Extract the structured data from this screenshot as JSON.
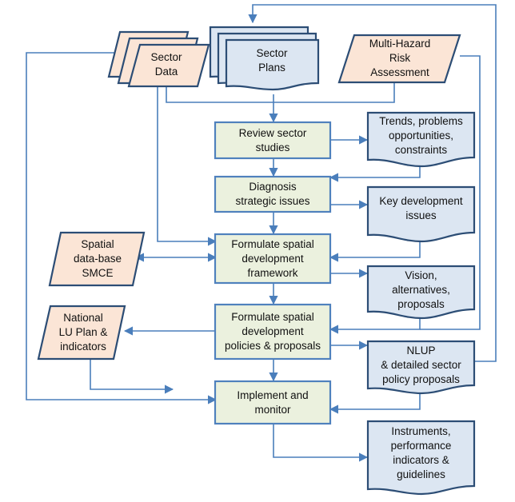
{
  "colors": {
    "process_fill": "#ebf1de",
    "process_stroke": "#4f81bd",
    "document_fill": "#dce6f2",
    "document_stroke": "#2c4d75",
    "input_fill": "#fbe5d6",
    "input_stroke": "#2c4d75",
    "connector": "#4a7ebb"
  },
  "inputs": {
    "sector_data": [
      "Sector",
      "Data"
    ],
    "sector_plans": [
      "Sector",
      "Plans"
    ],
    "multi_hazard": [
      "Multi-Hazard",
      "Risk",
      "Assessment"
    ],
    "spatial_database": [
      "Spatial",
      "data-base",
      "SMCE"
    ],
    "national_lu_plan": [
      "National",
      "LU Plan &",
      "indicators"
    ]
  },
  "processes": {
    "review": [
      "Review sector",
      "studies"
    ],
    "diagnosis": [
      "Diagnosis",
      "strategic issues"
    ],
    "formulate_framework": [
      "Formulate spatial",
      "development",
      "framework"
    ],
    "formulate_policies": [
      "Formulate spatial",
      "development",
      "policies & proposals"
    ],
    "implement": [
      "Implement and",
      "monitor"
    ]
  },
  "outputs": {
    "trends": [
      "Trends, problems",
      "opportunities,",
      "constraints"
    ],
    "key_issues": [
      "Key development",
      "issues"
    ],
    "vision": [
      "Vision,",
      "alternatives,",
      "proposals"
    ],
    "nlup": [
      "NLUP",
      "& detailed sector",
      "policy proposals"
    ],
    "instruments": [
      "Instruments,",
      "performance",
      "indicators &",
      "guidelines"
    ]
  }
}
